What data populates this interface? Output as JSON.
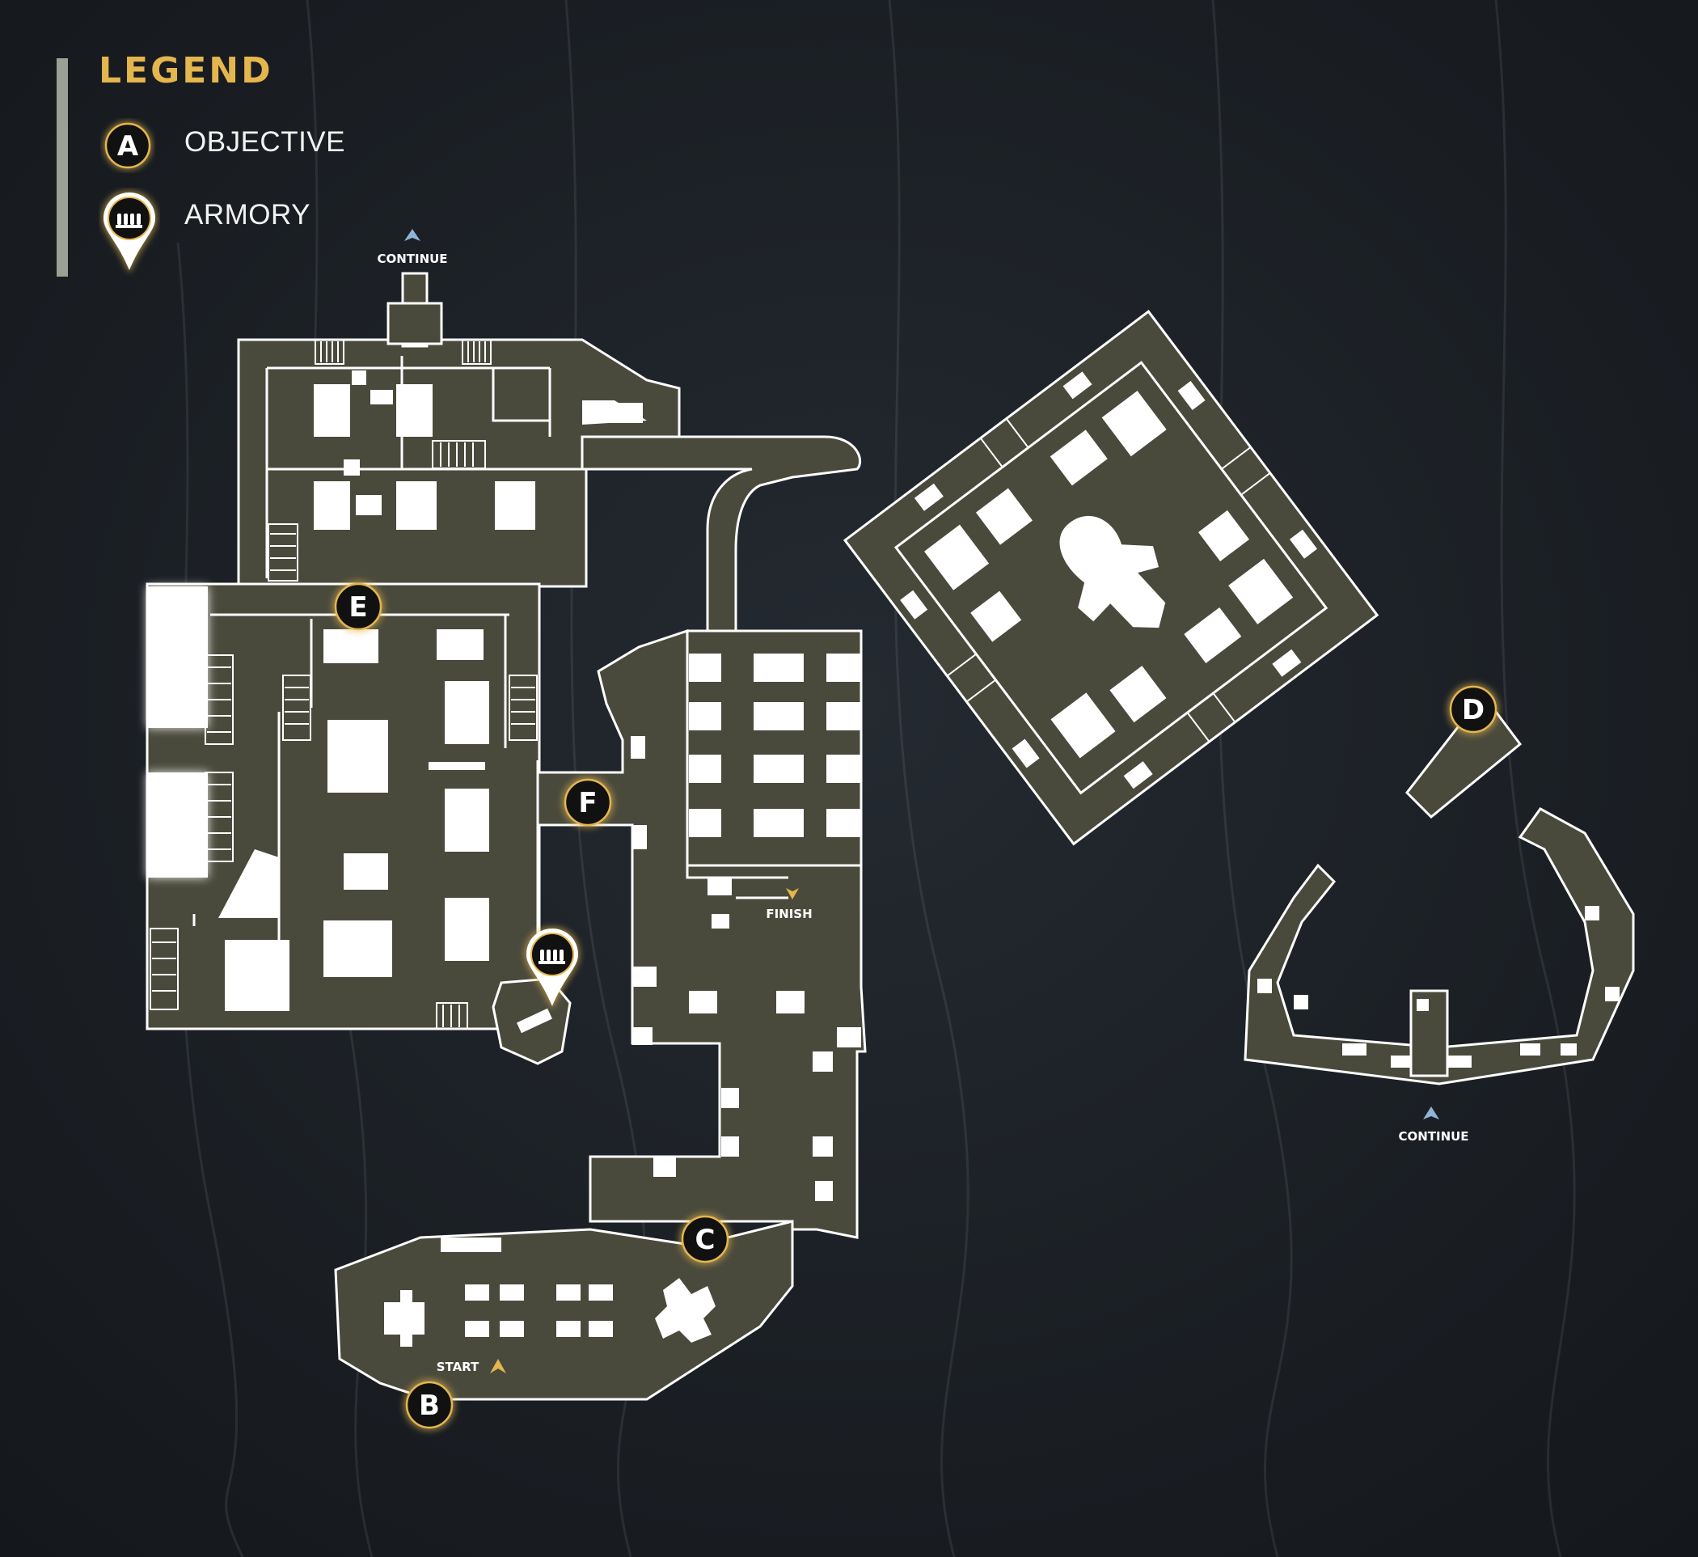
{
  "legend": {
    "title": "LEGEND",
    "objective_label": "OBJECTIVE",
    "objective_letter": "A",
    "armory_label": "ARMORY"
  },
  "map": {
    "objectives": [
      "B",
      "C",
      "D",
      "E",
      "F"
    ],
    "labels": {
      "continue_top": "CONTINUE",
      "continue_right": "CONTINUE",
      "finish": "FINISH",
      "start": "START"
    }
  },
  "colors": {
    "background": "#1b1f24",
    "floor": "#4a4a3c",
    "wall": "#ffffff",
    "accent": "#e4b64e",
    "continue_arrow": "#8fb4d8",
    "frame": "#9aa094"
  },
  "icons": {
    "objective_marker": "objective-marker-icon",
    "armory_marker": "armory-pin-icon",
    "continue_marker": "continue-arrow-icon",
    "start_marker": "start-arrow-icon",
    "finish_marker": "finish-arrow-icon"
  }
}
